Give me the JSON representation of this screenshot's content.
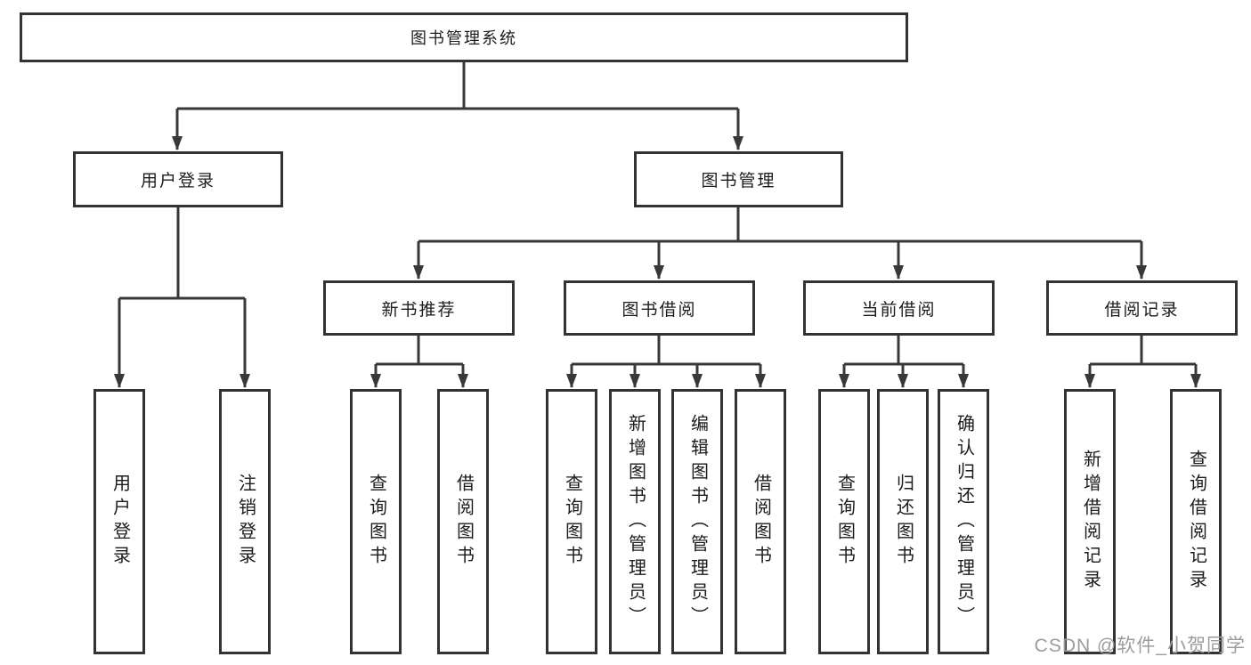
{
  "colors": {
    "line": "#383838",
    "box_border": "#333333",
    "box_fill": "#ffffff",
    "text": "#1c1c1c",
    "watermark_text": "#9c9c9c",
    "background": "#ffffff"
  },
  "nodes": {
    "root": "图书管理系统",
    "user_login": "用户登录",
    "book_management": "图书管理",
    "new_book_recommend": "新书推荐",
    "book_borrow": "图书借阅",
    "current_borrow": "当前借阅",
    "borrow_record": "借阅记录"
  },
  "leaves": {
    "user_login": [
      "用户登录",
      "注销登录"
    ],
    "new_book_recommend": [
      "查询图书",
      "借阅图书"
    ],
    "book_borrow": [
      "查询图书",
      "新增图书（管理员）",
      "编辑图书（管理员）",
      "借阅图书"
    ],
    "current_borrow": [
      "查询图书",
      "归还图书",
      "确认归还（管理员）"
    ],
    "borrow_record": [
      "新增借阅记录",
      "查询借阅记录"
    ]
  },
  "watermark": "CSDN @软件_小贺同学"
}
